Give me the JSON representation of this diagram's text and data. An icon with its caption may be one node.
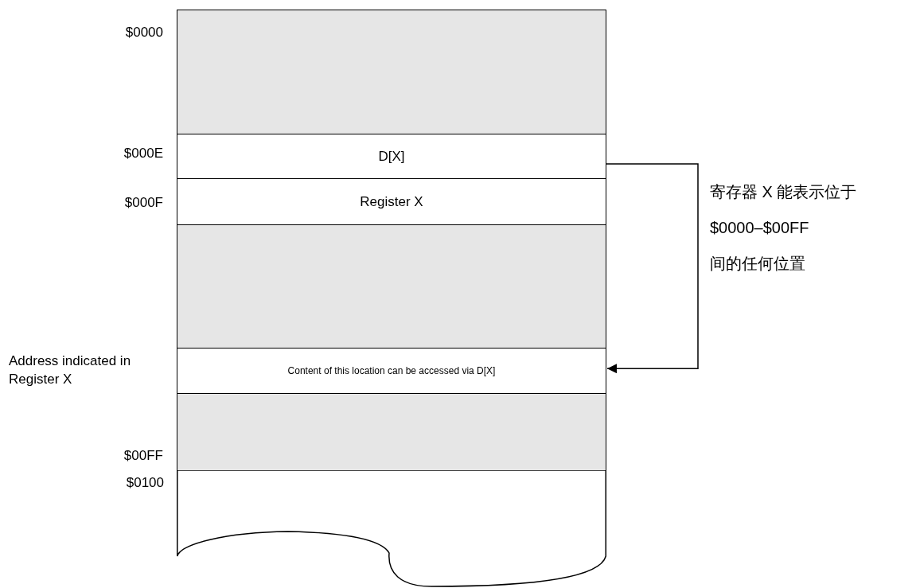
{
  "diagram": {
    "nodes": [
      {
        "text": [],
        "shape": "box",
        "beside": [
          "$0000"
        ]
      },
      {
        "text": [
          "D[X]"
        ],
        "beside": [
          "$000E"
        ]
      },
      {
        "text": [
          "Register X"
        ],
        "beside": [
          "$000F"
        ]
      },
      {
        "text": [],
        "shape": "box"
      },
      {
        "text": [
          "Content of this location can be accessed via D[X]"
        ],
        "beside": [
          "Address indicated in Register X"
        ]
      },
      {
        "text": [],
        "shape": "box",
        "beside": [
          "$00FF"
        ]
      },
      {
        "text": [],
        "shape": "box",
        "beside": [
          "$0100"
        ]
      }
    ],
    "edges": [
      {
        "from": 1,
        "to": 4,
        "arrow": "to",
        "label": "寄存器 X 能表示位于 $0000–$00FF 间的任何位置"
      }
    ]
  }
}
